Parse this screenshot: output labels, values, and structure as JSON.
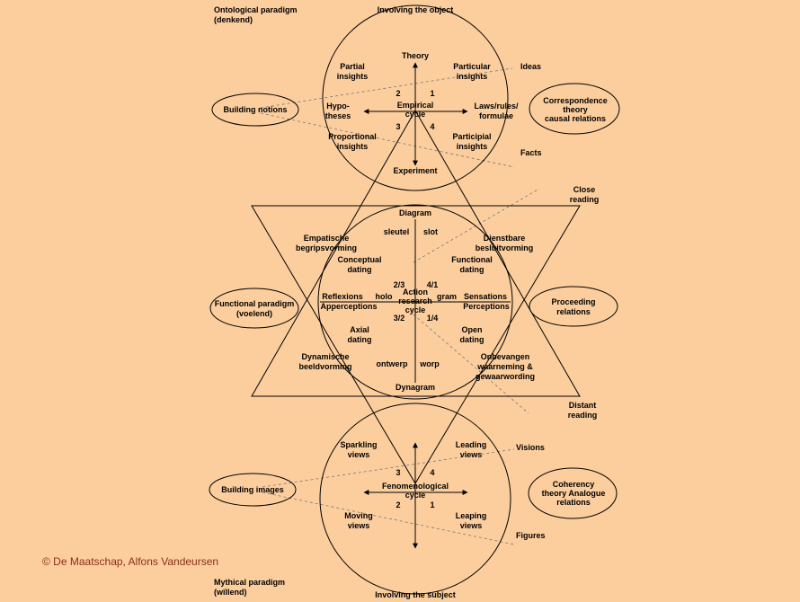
{
  "paradigms": {
    "ontological": [
      "Ontological paradigm",
      "(denkend)"
    ],
    "functional": [
      "Functional paradigm",
      "(voelend)"
    ],
    "mythical": [
      "Mythical paradigm",
      "(willend)"
    ]
  },
  "involving": {
    "object": "Involving the object",
    "subject": "Involving the subject"
  },
  "top_circle": {
    "theory": "Theory",
    "experiment": "Experiment",
    "partial": [
      "Partial",
      "insights"
    ],
    "particular": [
      "Particular",
      "insights"
    ],
    "hypotheses": [
      "Hypo-",
      "theses"
    ],
    "laws": [
      "Laws/rules/",
      "formulae"
    ],
    "proportional": [
      "Proportional",
      "insights"
    ],
    "participial": [
      "Participial",
      "insights"
    ],
    "cycle": [
      "Empirical",
      "cycle"
    ],
    "quadrants": [
      "2",
      "1",
      "3",
      "4"
    ]
  },
  "top_side": {
    "ideas": "Ideas",
    "facts": "Facts",
    "building_notions": "Building notions",
    "correspondence": [
      "Correspondence",
      "theory",
      "causal relations"
    ]
  },
  "middle_circle": {
    "diagram": "Diagram",
    "dynagram": "Dynagram",
    "sleutel": "sleutel",
    "slot": "slot",
    "ontwerp": "ontwerp",
    "worp": "worp",
    "holo": "holo",
    "gram": "gram",
    "empatische": [
      "Empatische",
      "begripsvorming"
    ],
    "dienstbare": [
      "Dienstbare",
      "besluitvorming"
    ],
    "conceptual": [
      "Conceptual",
      "dating"
    ],
    "functional": [
      "Functional",
      "dating"
    ],
    "reflexions": [
      "Reflexions",
      "Apperceptions"
    ],
    "sensations": [
      "Sensations",
      "Perceptions"
    ],
    "axial": [
      "Axial",
      "dating"
    ],
    "open": [
      "Open",
      "dating"
    ],
    "dynamische": [
      "Dynamische",
      "beeldvorming"
    ],
    "onbevangen": [
      "Onbevangen",
      "waarneming &",
      "gewaarwording"
    ],
    "cycle": [
      "Action",
      "research",
      "cycle"
    ],
    "quadrants": [
      "2/3",
      "4/1",
      "3/2",
      "1/4"
    ]
  },
  "middle_side": {
    "close_reading": [
      "Close",
      "reading"
    ],
    "distant_reading": [
      "Distant",
      "reading"
    ],
    "functional_paradigm_box": [
      "Functional paradigm",
      "(voelend)"
    ],
    "proceeding": [
      "Proceeding",
      "relations"
    ]
  },
  "bottom_circle": {
    "sparkling": [
      "Sparkling",
      "views"
    ],
    "leading": [
      "Leading",
      "views"
    ],
    "moving": [
      "Moving",
      "views"
    ],
    "leaping": [
      "Leaping",
      "views"
    ],
    "cycle": [
      "Fenomenological",
      "cycle"
    ],
    "quadrants": [
      "3",
      "4",
      "2",
      "1"
    ]
  },
  "bottom_side": {
    "visions": "Visions",
    "figures": "Figures",
    "building_images": "Building images",
    "coherency": [
      "Coherency",
      "theory Analogue",
      "relations"
    ]
  },
  "copyright": "© De Maatschap, Alfons Vandeursen"
}
